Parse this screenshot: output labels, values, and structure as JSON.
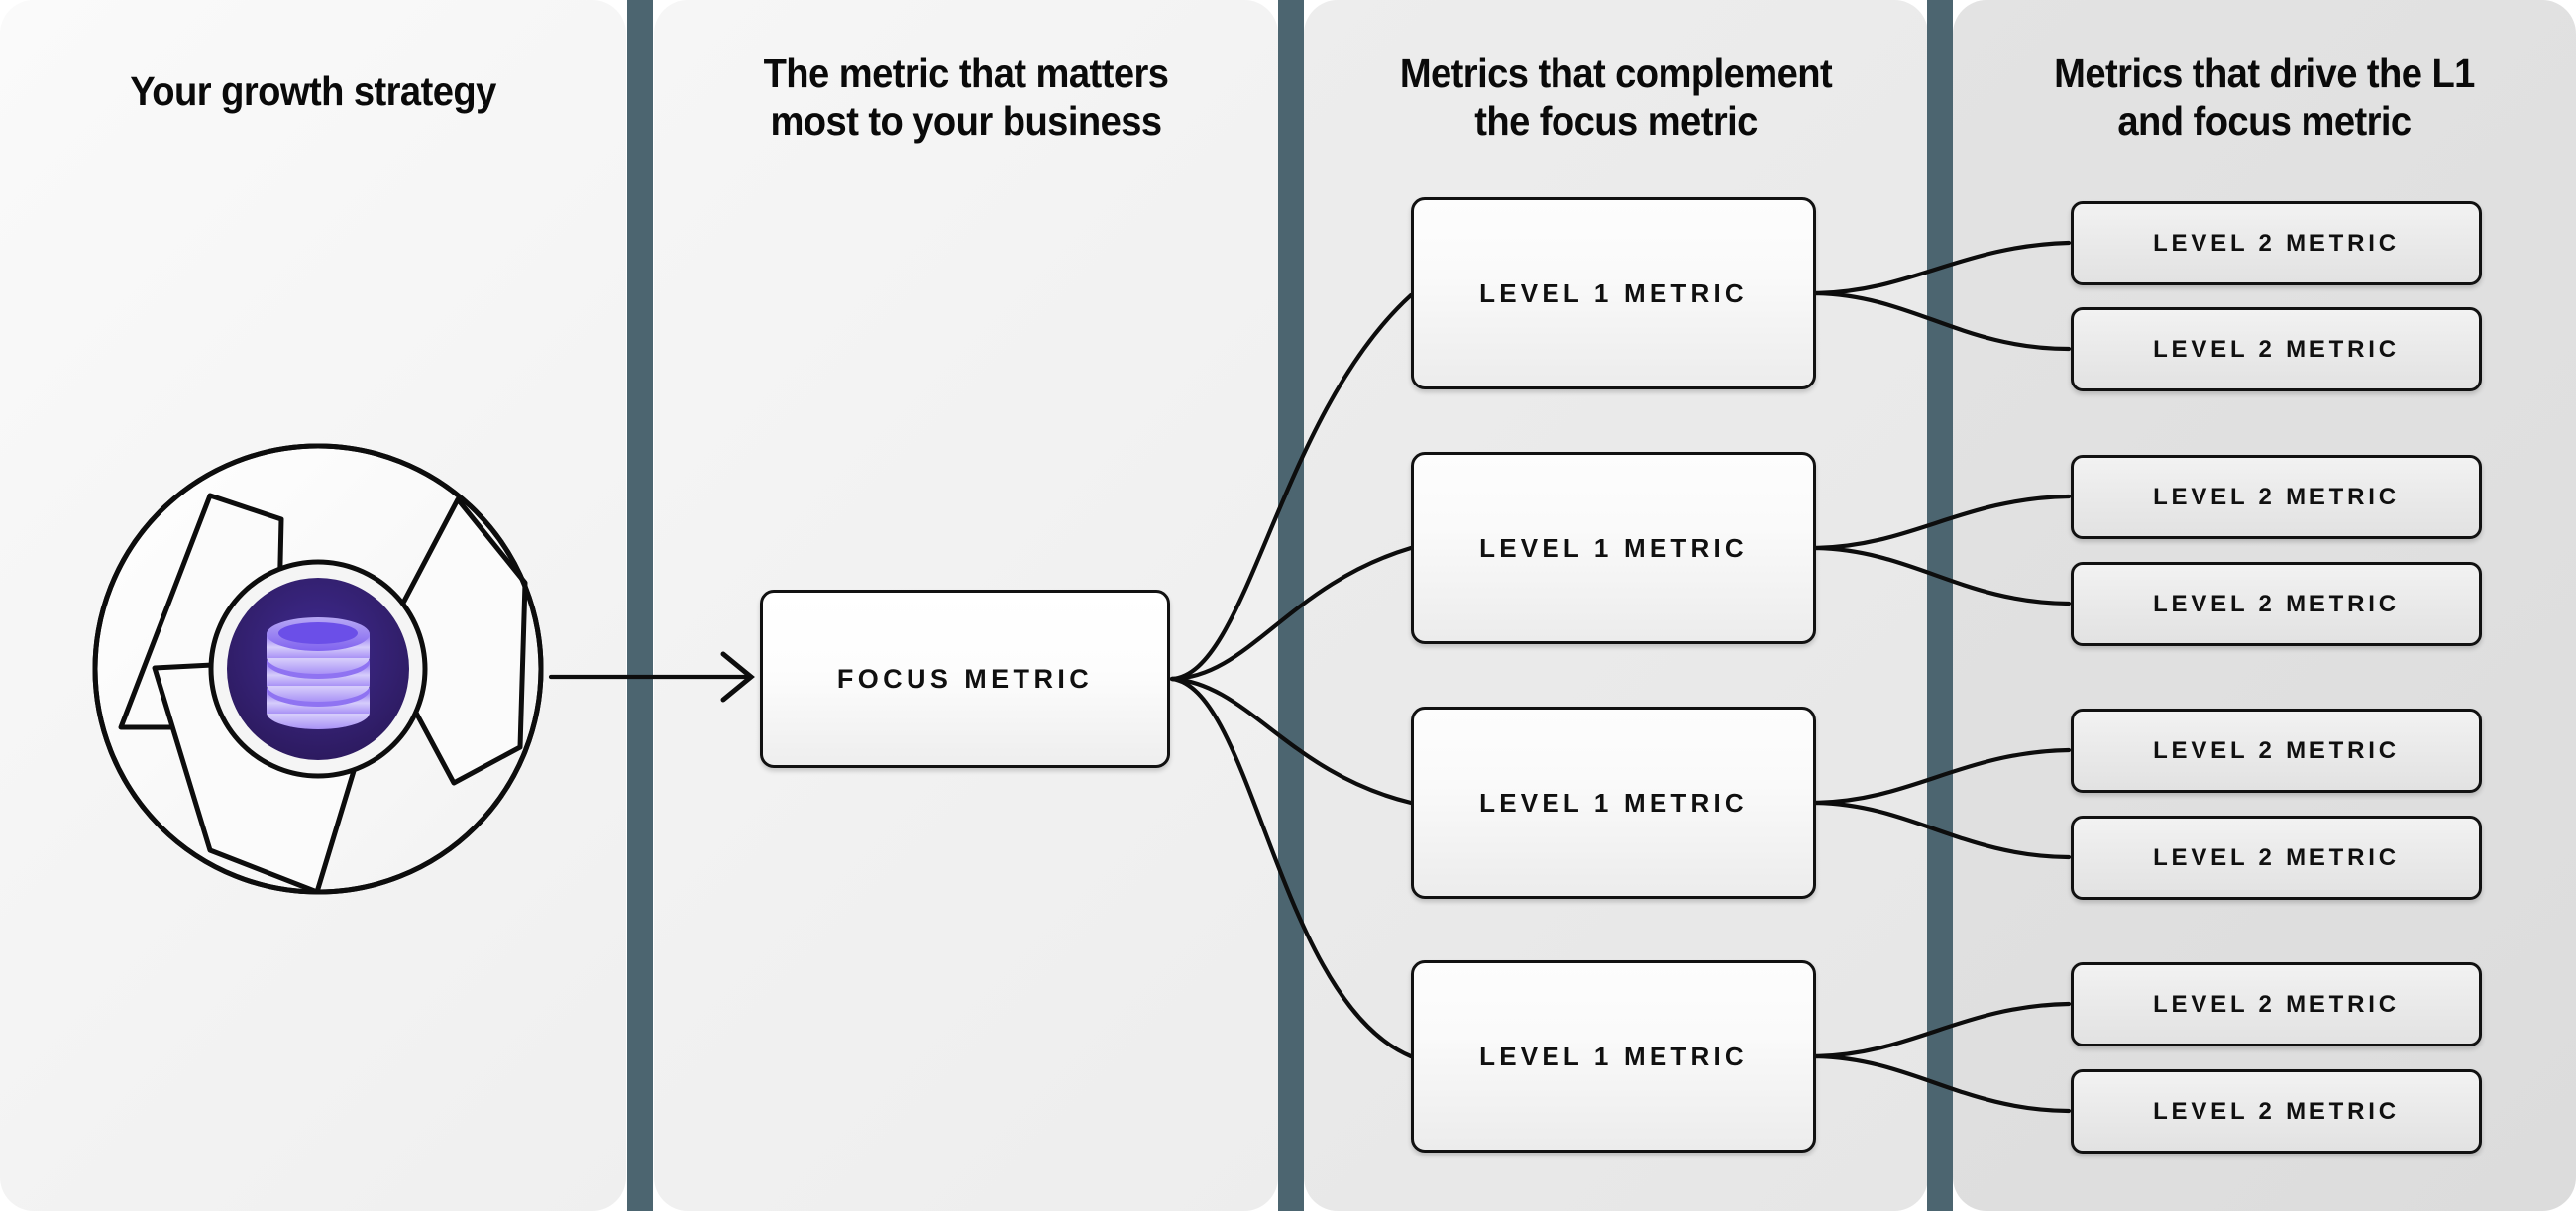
{
  "diagram": {
    "title_row": [
      {
        "id": "col-1",
        "label": "Your growth strategy"
      },
      {
        "id": "col-2",
        "label": "The metric that matters\nmost to your business"
      },
      {
        "id": "col-3",
        "label": "Metrics that complement\nthe focus metric"
      },
      {
        "id": "col-4",
        "label": "Metrics that drive the L1\nand focus metric"
      }
    ],
    "logo": {
      "icon_name": "database-aperture-logo",
      "inner_icon": "database-stack-icon",
      "colors": {
        "blade_fill": "#fbfbfb",
        "blade_stroke": "#0d0d0d",
        "inner_circle_dark": "#2b1a66",
        "inner_circle_light": "#3a2585",
        "database_light": "#c9bdf7",
        "database_mid": "#7b5cf0",
        "database_dark": "#5a3fd6",
        "ring": "#f5f5f5"
      }
    },
    "connector_arrow": {
      "name": "logo-to-focus-arrow",
      "color": "#0d0d0d"
    },
    "focus_metric": {
      "label": "FOCUS METRIC"
    },
    "level1_metrics": [
      {
        "label": "LEVEL 1 METRIC"
      },
      {
        "label": "LEVEL 1 METRIC"
      },
      {
        "label": "LEVEL 1 METRIC"
      },
      {
        "label": "LEVEL 1 METRIC"
      }
    ],
    "level2_metrics": [
      {
        "label": "LEVEL 2 METRIC"
      },
      {
        "label": "LEVEL 2 METRIC"
      },
      {
        "label": "LEVEL 2 METRIC"
      },
      {
        "label": "LEVEL 2 METRIC"
      },
      {
        "label": "LEVEL 2 METRIC"
      },
      {
        "label": "LEVEL 2 METRIC"
      },
      {
        "label": "LEVEL 2 METRIC"
      },
      {
        "label": "LEVEL 2 METRIC"
      }
    ],
    "palette": {
      "divider": "#4c6570",
      "column_1_bg": "#f6f6f6",
      "column_2_bg": "#f2f2f2",
      "column_3_bg": "#e9e9e9",
      "column_4_bg": "#dfdfdf",
      "node_border": "#111111",
      "text": "#101010"
    }
  }
}
